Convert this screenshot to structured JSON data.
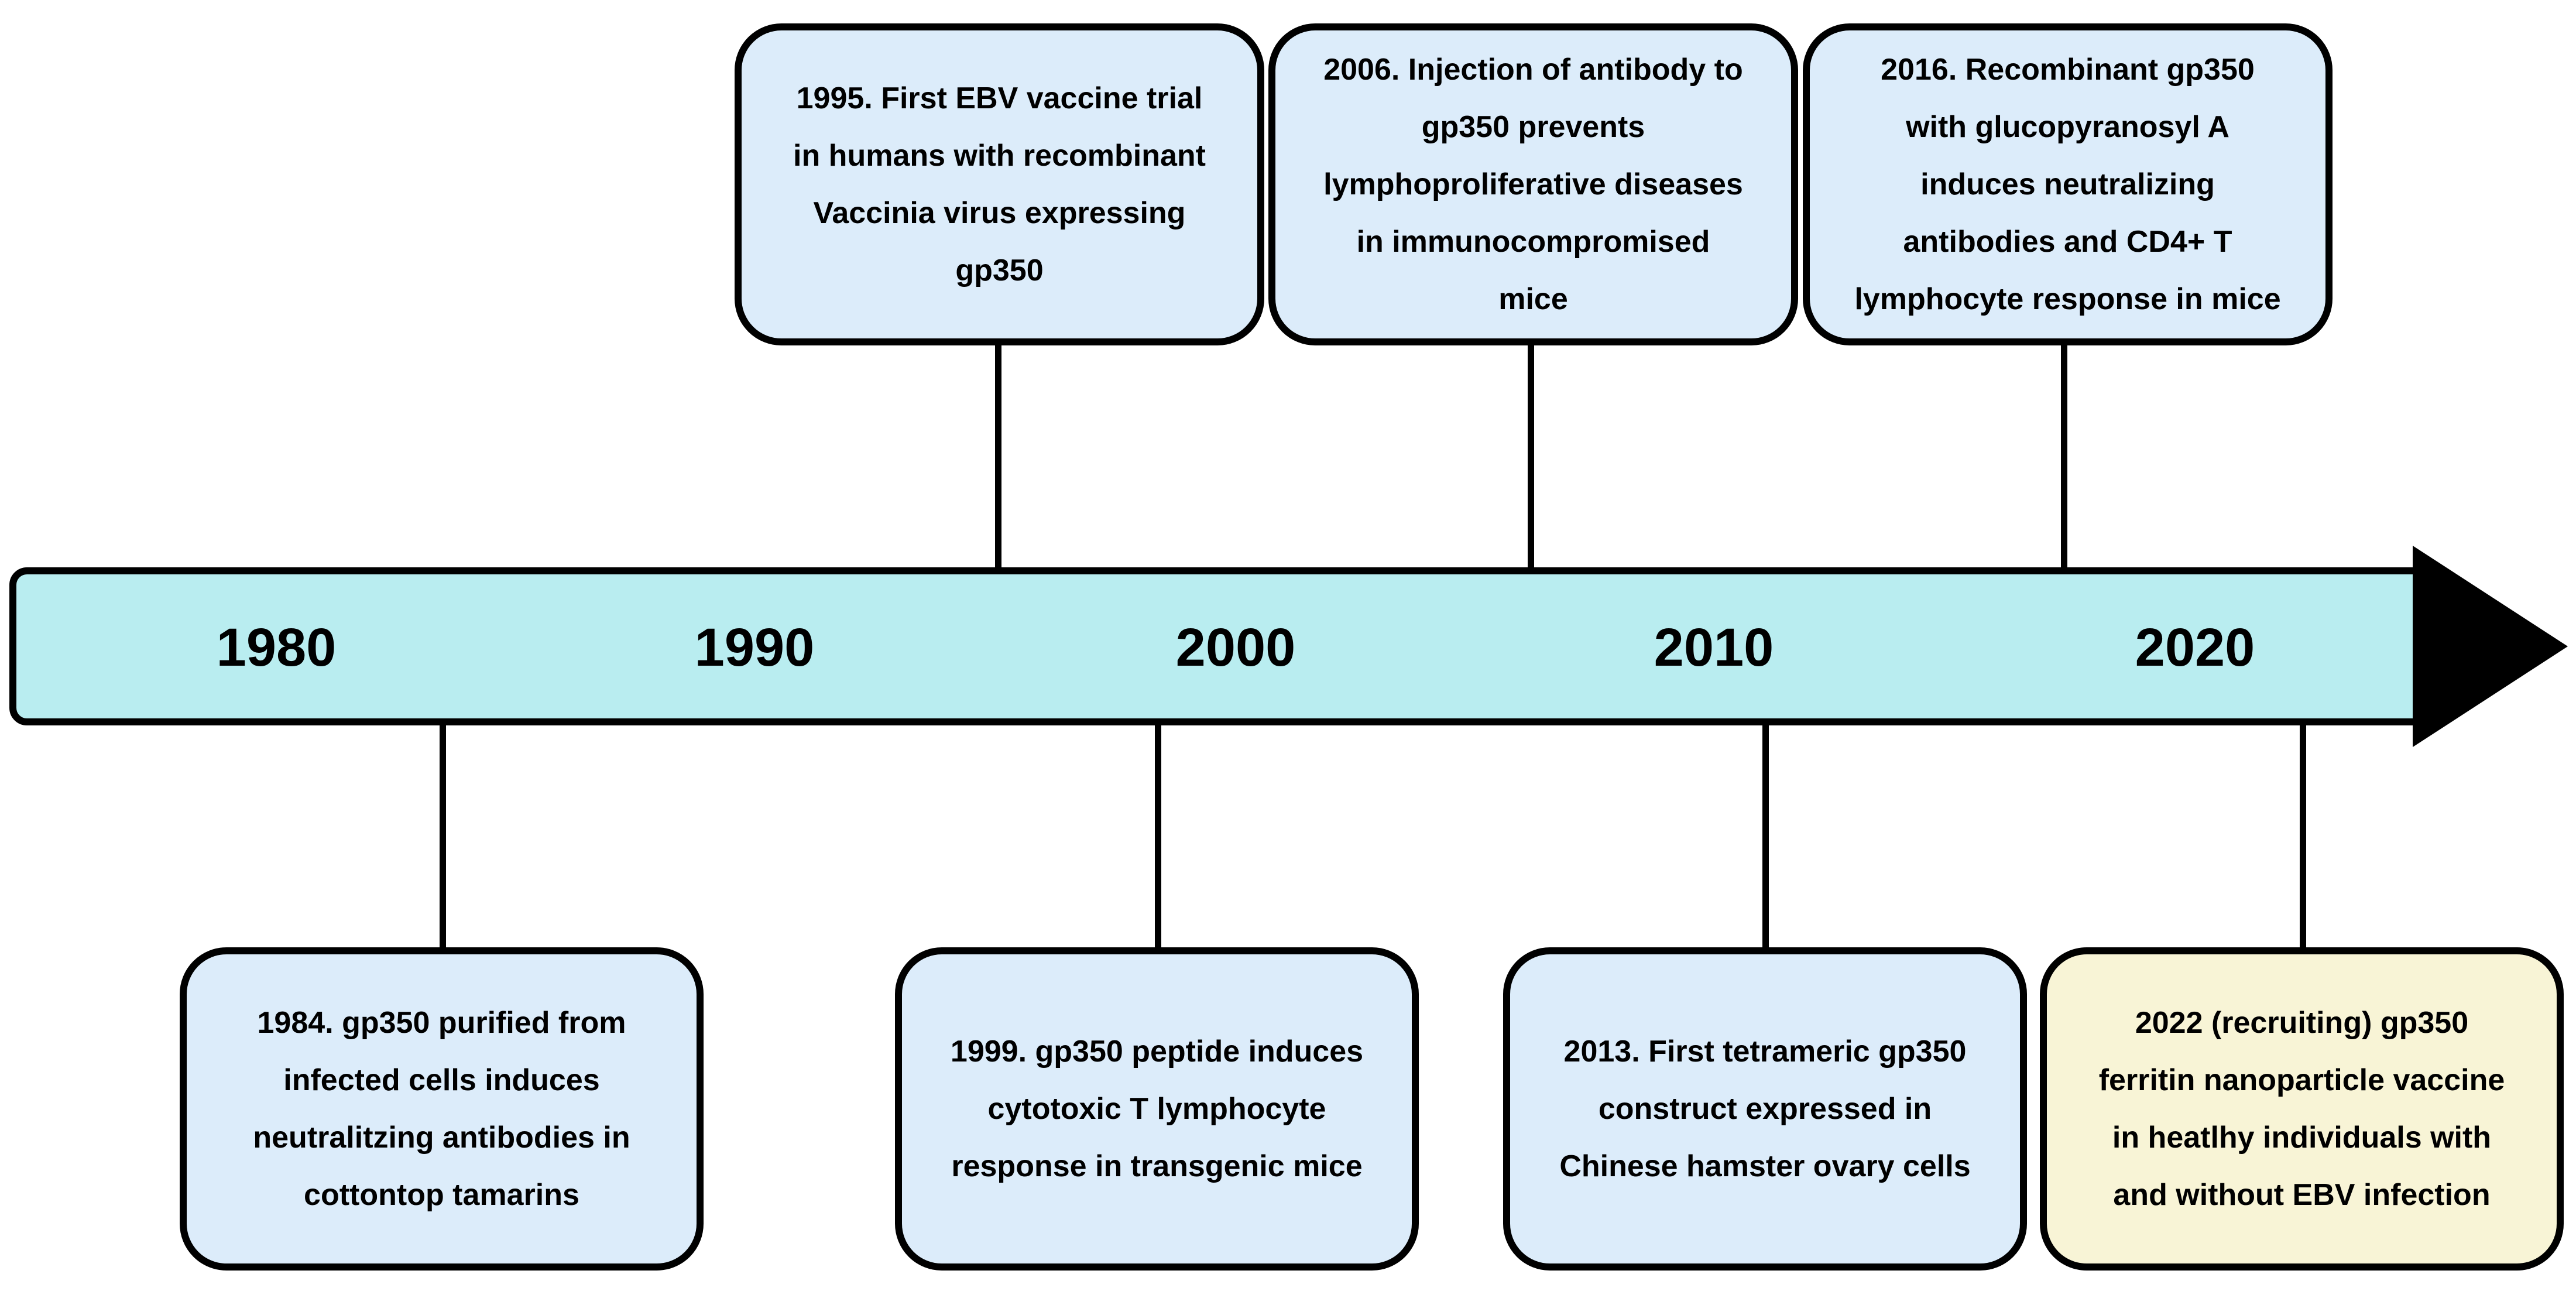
{
  "colors": {
    "axis_fill": "#b9edf0",
    "event_box_fill": "#dcecfa",
    "upcoming_box_fill": "#f8f4d6",
    "outline": "#000000"
  },
  "axis": {
    "year_labels": [
      "1980",
      "1990",
      "2000",
      "2010",
      "2020"
    ]
  },
  "events_top": [
    {
      "year": 1995,
      "text": "1995. First EBV vaccine trial\nin humans with recombinant\nVaccinia virus expressing\ngp350"
    },
    {
      "year": 2006,
      "text": "2006. Injection of antibody to\ngp350 prevents\nlymphoproliferative diseases\nin immunocompromised\nmice"
    },
    {
      "year": 2016,
      "text": "2016. Recombinant gp350\nwith glucopyranosyl A\ninduces neutralizing\nantibodies and CD4+ T\nlymphocyte response in mice"
    }
  ],
  "events_bottom": [
    {
      "year": 1984,
      "text": "1984. gp350 purified from\ninfected cells induces\nneutralitzing antibodies in\ncottontop tamarins"
    },
    {
      "year": 1999,
      "text": "1999. gp350 peptide induces\ncytotoxic T lymphocyte\nresponse in transgenic mice"
    },
    {
      "year": 2013,
      "text": "2013. First tetrameric gp350\nconstruct expressed in\nChinese hamster ovary cells"
    },
    {
      "year": 2022,
      "text": "2022 (recruiting) gp350\nferritin nanoparticle vaccine\nin heatlhy individuals with\nand without EBV infection"
    }
  ]
}
